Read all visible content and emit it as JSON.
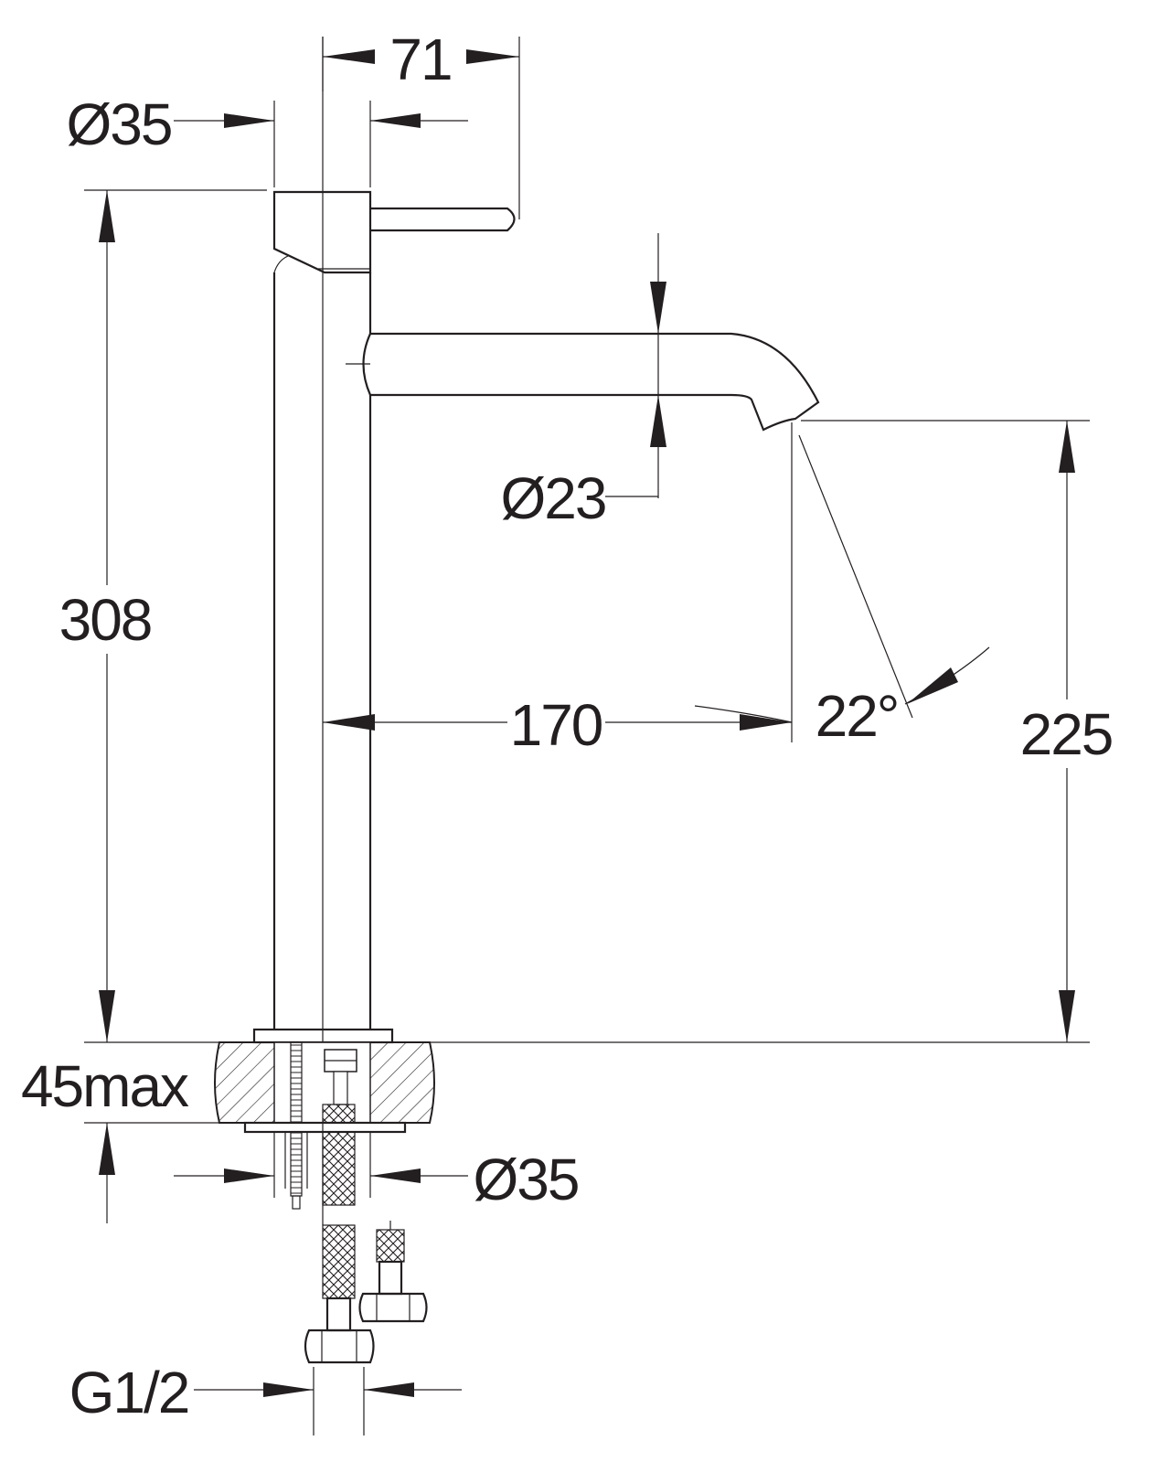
{
  "diagram": {
    "labels": {
      "top_width": "71",
      "handle_diameter": "Ø35",
      "total_height": "308",
      "spout_diameter": "Ø23",
      "spout_reach": "170",
      "spout_angle": "22°",
      "spout_height": "225",
      "deck_thickness": "45max",
      "base_diameter": "Ø35",
      "connection_thread": "G1/2"
    }
  }
}
